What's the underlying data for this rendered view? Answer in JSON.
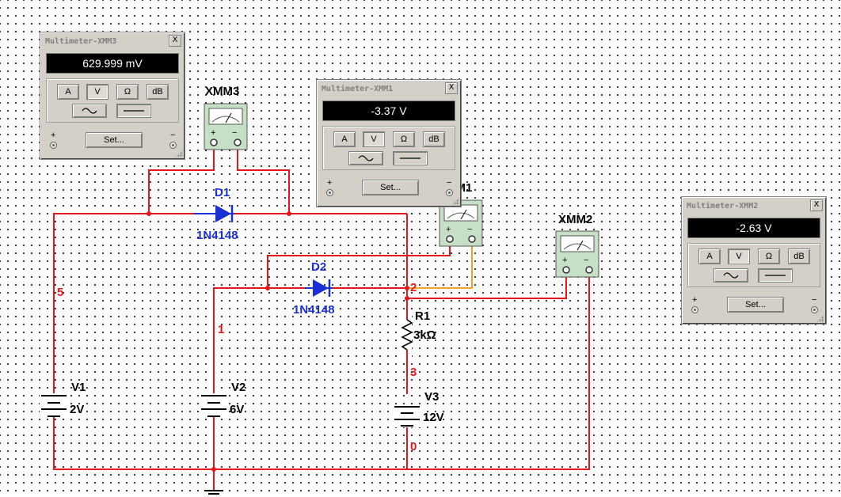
{
  "windows": {
    "xmm3": {
      "title": "Multimeter-XMM3",
      "reading": "629.999 mV",
      "buttons": [
        "A",
        "V",
        "Ω",
        "dB"
      ],
      "selected_mode": "V",
      "selected_wave": "DC",
      "set_label": "Set...",
      "plus": "+",
      "minus": "−",
      "close": "X"
    },
    "xmm1": {
      "title": "Multimeter-XMM1",
      "reading": "-3.37 V",
      "buttons": [
        "A",
        "V",
        "Ω",
        "dB"
      ],
      "selected_mode": "V",
      "selected_wave": "DC",
      "set_label": "Set...",
      "plus": "+",
      "minus": "−",
      "close": "X"
    },
    "xmm2": {
      "title": "Multimeter-XMM2",
      "reading": "-2.63 V",
      "buttons": [
        "A",
        "V",
        "Ω",
        "dB"
      ],
      "selected_mode": "V",
      "selected_wave": "DC",
      "set_label": "Set...",
      "plus": "+",
      "minus": "−",
      "close": "X"
    }
  },
  "schematic": {
    "instruments": {
      "xmm3": {
        "label": "XMM3",
        "plus": "+",
        "minus": "−"
      },
      "xmm1": {
        "label": "XMM1",
        "plus": "+",
        "minus": "−"
      },
      "xmm2": {
        "label": "XMM2",
        "plus": "+",
        "minus": "−"
      }
    },
    "diodes": {
      "d1": {
        "ref": "D1",
        "model": "1N4148"
      },
      "d2": {
        "ref": "D2",
        "model": "1N4148"
      }
    },
    "resistor": {
      "ref": "R1",
      "value": "3kΩ"
    },
    "sources": {
      "v1": {
        "ref": "V1",
        "value": "2V"
      },
      "v2": {
        "ref": "V2",
        "value": "6V"
      },
      "v3": {
        "ref": "V3",
        "value": "12V"
      }
    },
    "nets": [
      "5",
      "1",
      "2",
      "3",
      "0"
    ]
  },
  "colors": {
    "wire": "#e8161b",
    "probe_wire": "#f0a028",
    "diode": "#1a2fd6",
    "net_label": "#e8161b",
    "instrument_bg": "#c6e0c6"
  }
}
